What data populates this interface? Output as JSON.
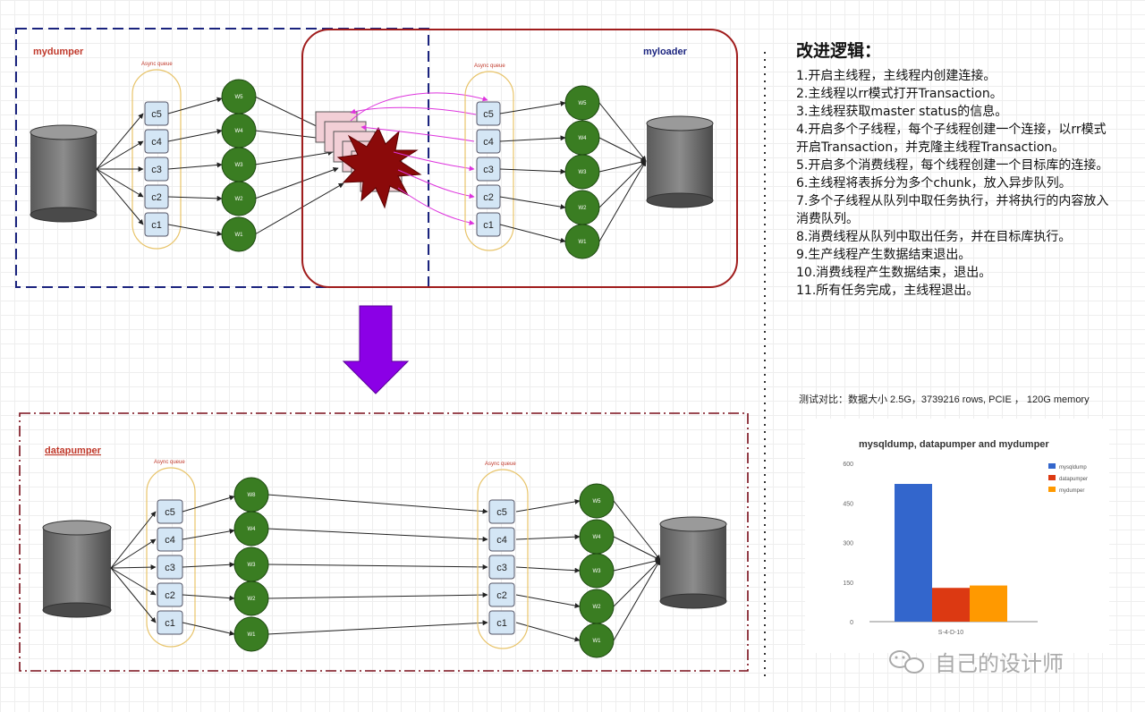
{
  "diagram": {
    "mydumper_label": "mydumper",
    "myloader_label": "myloader",
    "datapumper_label": "datapumper",
    "async_queue_label": "Async queue",
    "queue_items": [
      "c5",
      "c4",
      "c3",
      "c2",
      "c1"
    ],
    "worker_labels": [
      "W5",
      "W4",
      "W3",
      "W2",
      "W1"
    ],
    "datapumper_worker_labels": [
      "W8",
      "W4",
      "W3",
      "W2",
      "W1"
    ],
    "colors": {
      "mydumper_label": "#c0392b",
      "myloader_label": "#1a237e",
      "datapumper_label": "#c0392b",
      "mydumper_frame": "#1a237e",
      "myloader_frame": "#a01c1c",
      "datapumper_frame": "#7a0f1a",
      "worker_fill": "#3a7d22",
      "queue_fill": "#d4e6f5",
      "queue_outline": "#e8c46a",
      "arrow_fill": "#8b00e6",
      "star_fill": "#8b0a0a",
      "chunk_fill": "#f2cfd6",
      "magenta_lines": "#dd33dd"
    }
  },
  "logic": {
    "title": "改进逻辑：",
    "lines": [
      "1.开启主线程，主线程内创建连接。",
      "2.主线程以rr模式打开Transaction。",
      "3.主线程获取master status的信息。",
      "4.开启多个子线程，每个子线程创建一个连接，以rr模式",
      "开启Transaction，并克隆主线程Transaction。",
      "5.开启多个消费线程，每个线程创建一个目标库的连接。",
      "6.主线程将表拆分为多个chunk，放入异步队列。",
      "7.多个子线程从队列中取任务执行，并将执行的内容放入",
      "消费队列。",
      "8.消费线程从队列中取出任务，并在目标库执行。",
      "9.生产线程产生数据结束退出。",
      "10.消费线程产生数据结束，退出。",
      "11.所有任务完成，主线程退出。"
    ]
  },
  "comparison_text": "测试对比：数据大小 2.5G，3739216 rows, PCIE ， 120G memory",
  "watermark": {
    "text": "自己的设计师",
    "icon": "wechat-icon"
  },
  "chart_data": {
    "type": "bar",
    "title": "mysqldump, datapumper and mydumper",
    "categories": [
      "S-4-D-10"
    ],
    "series": [
      {
        "name": "mysqldump",
        "values": [
          522
        ],
        "color": "#3366cc"
      },
      {
        "name": "datapumper",
        "values": [
          128
        ],
        "color": "#dc3912"
      },
      {
        "name": "mydumper",
        "values": [
          137
        ],
        "color": "#ff9900"
      }
    ],
    "yticks": [
      0,
      150,
      300,
      450,
      600
    ],
    "ylim": [
      0,
      600
    ],
    "legend": "right",
    "grid": false
  }
}
